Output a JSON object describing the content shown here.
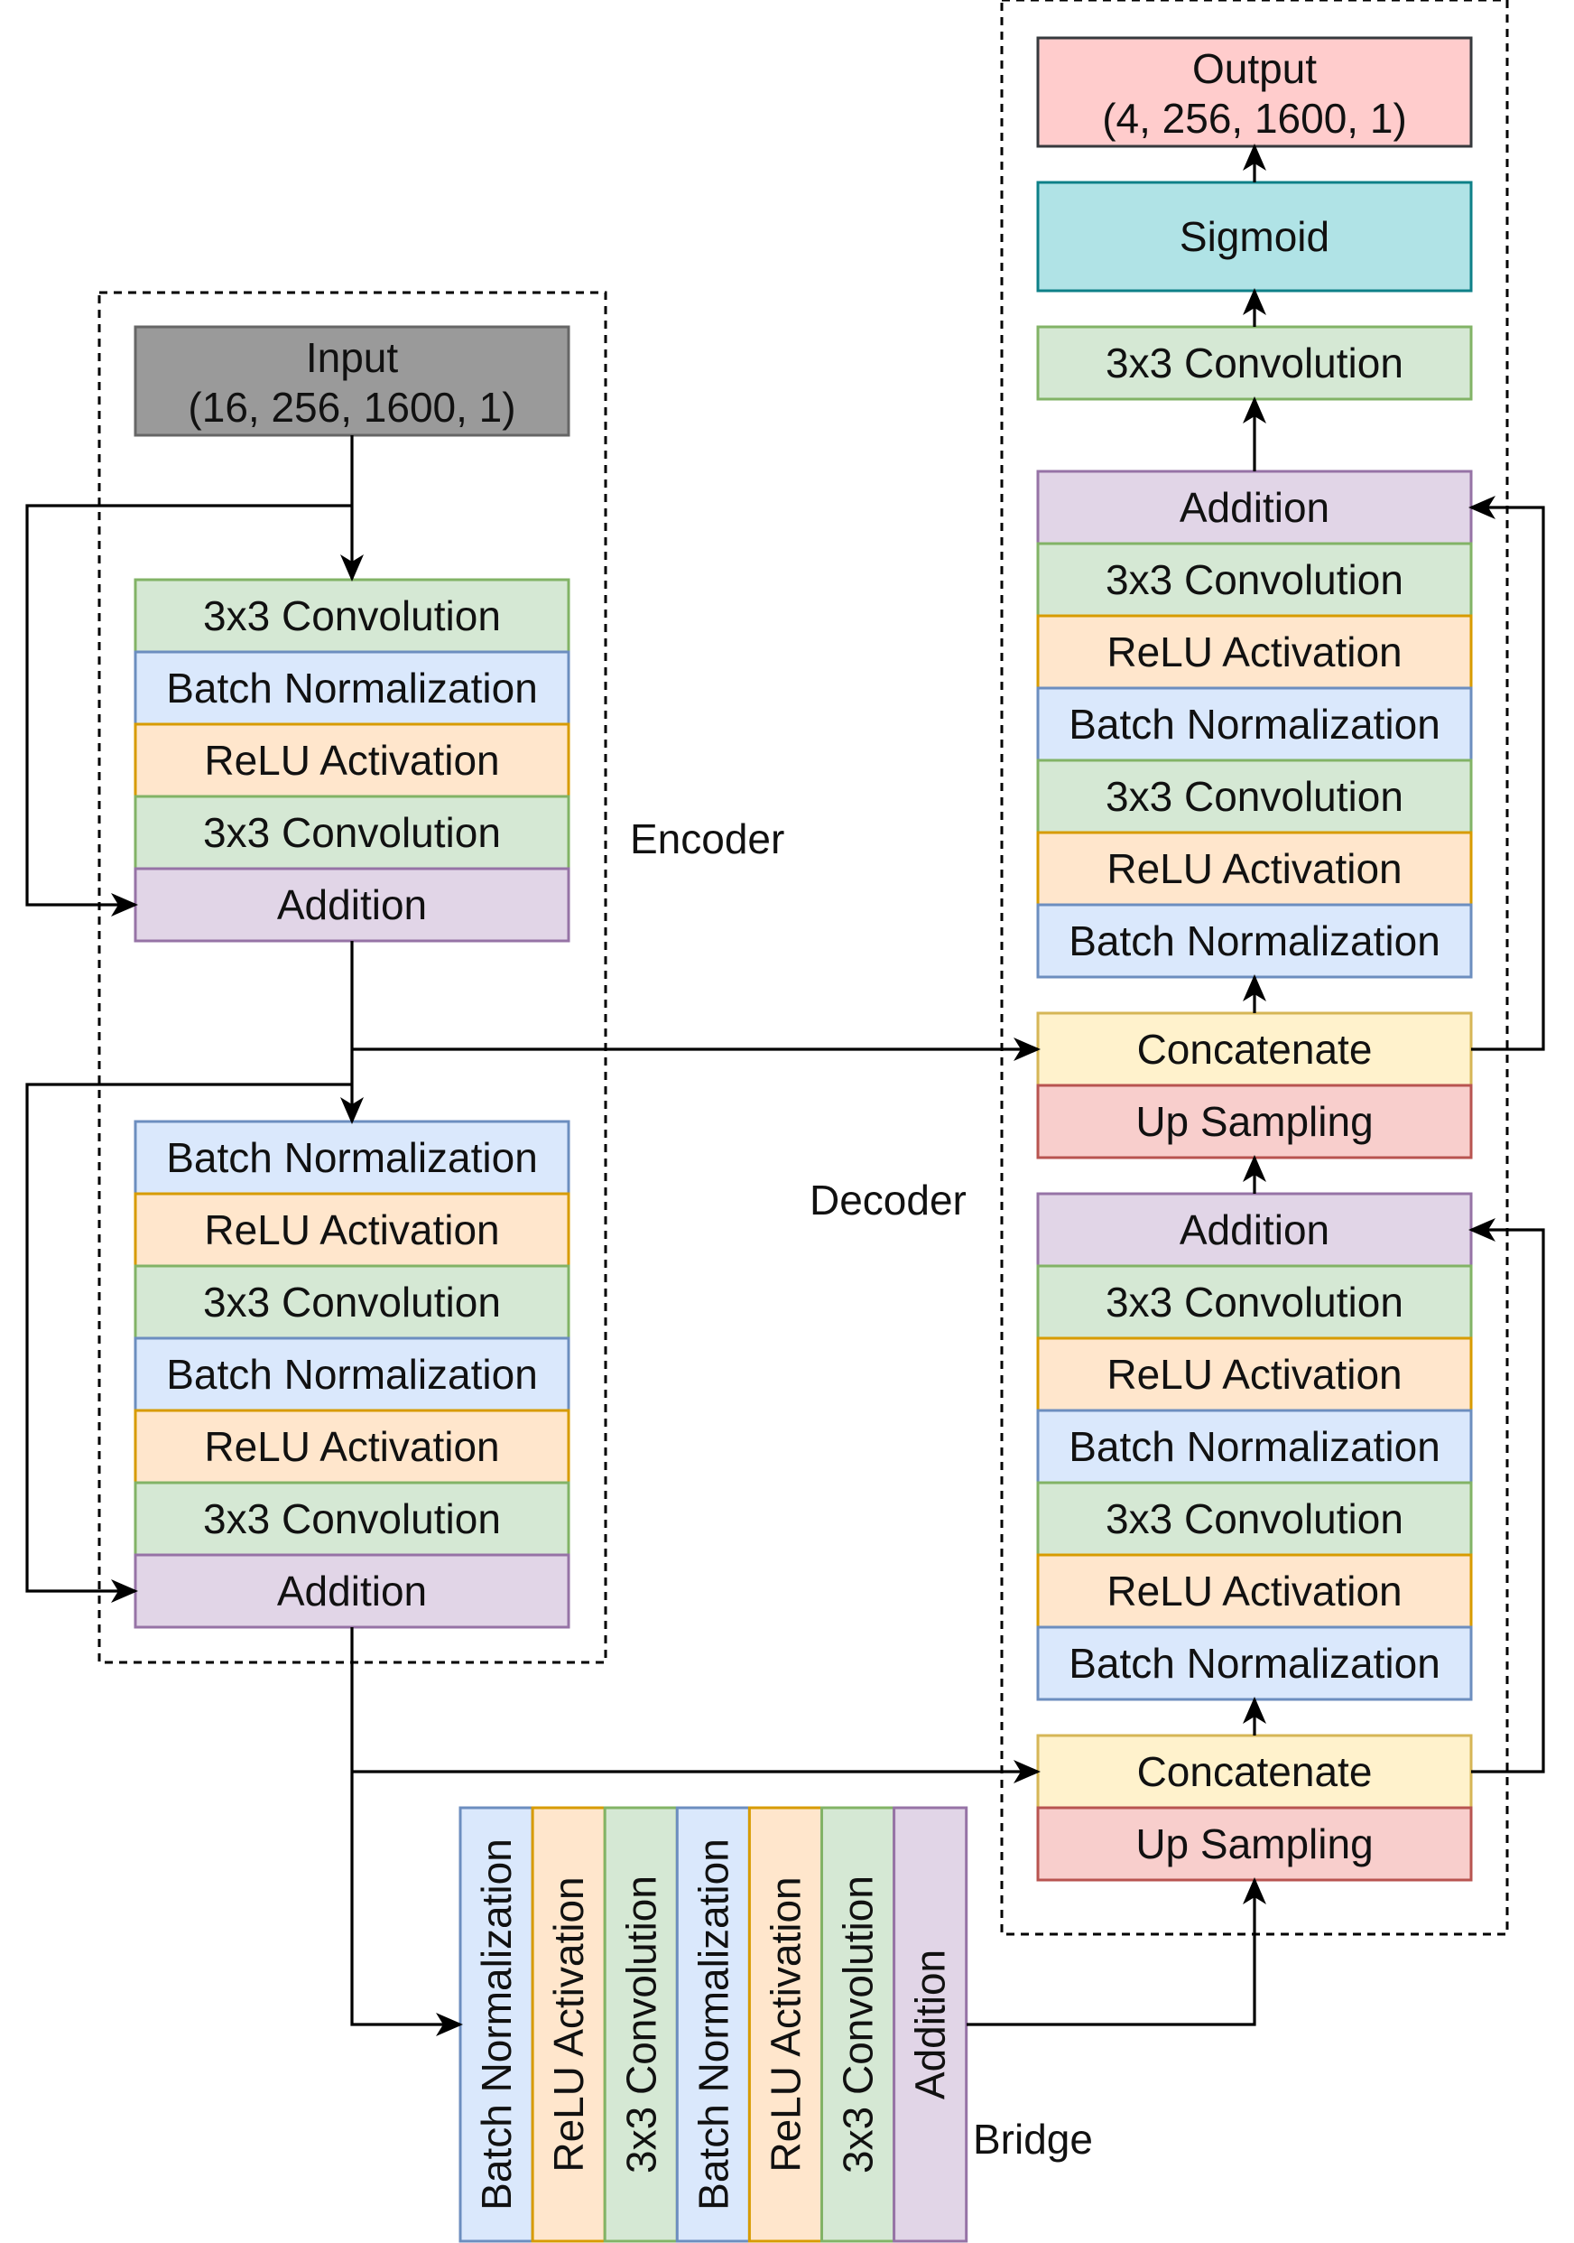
{
  "colors": {
    "convolution": {
      "fill": "#d5e8d4",
      "stroke": "#82b366"
    },
    "batch_norm": {
      "fill": "#dae8fc",
      "stroke": "#6c8ebf"
    },
    "relu": {
      "fill": "#ffe6cc",
      "stroke": "#d79b00"
    },
    "addition": {
      "fill": "#e1d5e7",
      "stroke": "#9673a6"
    },
    "concatenate": {
      "fill": "#fff2cc",
      "stroke": "#d6b656"
    },
    "up_sampling": {
      "fill": "#f8cecc",
      "stroke": "#b85450"
    },
    "sigmoid": {
      "fill": "#b0e3e6",
      "stroke": "#0e8088"
    },
    "output": {
      "fill": "#ffcccc",
      "stroke": "#36393d"
    },
    "input": {
      "fill": "#9a9a9a",
      "stroke": "#666666"
    }
  },
  "labels": {
    "encoder": "Encoder",
    "decoder": "Decoder",
    "bridge": "Bridge"
  },
  "input": {
    "line1": "Input",
    "line2": "(16, 256, 1600, 1)"
  },
  "encoder_block1": [
    {
      "type": "convolution",
      "label": "3x3 Convolution"
    },
    {
      "type": "batch_norm",
      "label": "Batch Normalization"
    },
    {
      "type": "relu",
      "label": "ReLU Activation"
    },
    {
      "type": "convolution",
      "label": "3x3 Convolution"
    },
    {
      "type": "addition",
      "label": "Addition"
    }
  ],
  "encoder_block2": [
    {
      "type": "batch_norm",
      "label": "Batch Normalization"
    },
    {
      "type": "relu",
      "label": "ReLU Activation"
    },
    {
      "type": "convolution",
      "label": "3x3 Convolution"
    },
    {
      "type": "batch_norm",
      "label": "Batch Normalization"
    },
    {
      "type": "relu",
      "label": "ReLU Activation"
    },
    {
      "type": "convolution",
      "label": "3x3 Convolution"
    },
    {
      "type": "addition",
      "label": "Addition"
    }
  ],
  "bridge_block": [
    {
      "type": "batch_norm",
      "label": "Batch Normalization"
    },
    {
      "type": "relu",
      "label": "ReLU Activation"
    },
    {
      "type": "convolution",
      "label": "3x3 Convolution"
    },
    {
      "type": "batch_norm",
      "label": "Batch Normalization"
    },
    {
      "type": "relu",
      "label": "ReLU Activation"
    },
    {
      "type": "convolution",
      "label": "3x3 Convolution"
    },
    {
      "type": "addition",
      "label": "Addition"
    }
  ],
  "decoder_head": [
    {
      "type": "output",
      "line1": "Output",
      "line2": "(4, 256, 1600, 1)"
    },
    {
      "type": "sigmoid",
      "label": "Sigmoid"
    },
    {
      "type": "convolution",
      "label": "3x3 Convolution"
    }
  ],
  "decoder_block1": [
    {
      "type": "addition",
      "label": "Addition"
    },
    {
      "type": "convolution",
      "label": "3x3 Convolution"
    },
    {
      "type": "relu",
      "label": "ReLU Activation"
    },
    {
      "type": "batch_norm",
      "label": "Batch Normalization"
    },
    {
      "type": "convolution",
      "label": "3x3 Convolution"
    },
    {
      "type": "relu",
      "label": "ReLU Activation"
    },
    {
      "type": "batch_norm",
      "label": "Batch Normalization"
    }
  ],
  "decoder_join1": [
    {
      "type": "concatenate",
      "label": "Concatenate"
    },
    {
      "type": "up_sampling",
      "label": "Up Sampling"
    }
  ],
  "decoder_block2": [
    {
      "type": "addition",
      "label": "Addition"
    },
    {
      "type": "convolution",
      "label": "3x3 Convolution"
    },
    {
      "type": "relu",
      "label": "ReLU Activation"
    },
    {
      "type": "batch_norm",
      "label": "Batch Normalization"
    },
    {
      "type": "convolution",
      "label": "3x3 Convolution"
    },
    {
      "type": "relu",
      "label": "ReLU Activation"
    },
    {
      "type": "batch_norm",
      "label": "Batch Normalization"
    }
  ],
  "decoder_join2": [
    {
      "type": "concatenate",
      "label": "Concatenate"
    },
    {
      "type": "up_sampling",
      "label": "Up Sampling"
    }
  ]
}
